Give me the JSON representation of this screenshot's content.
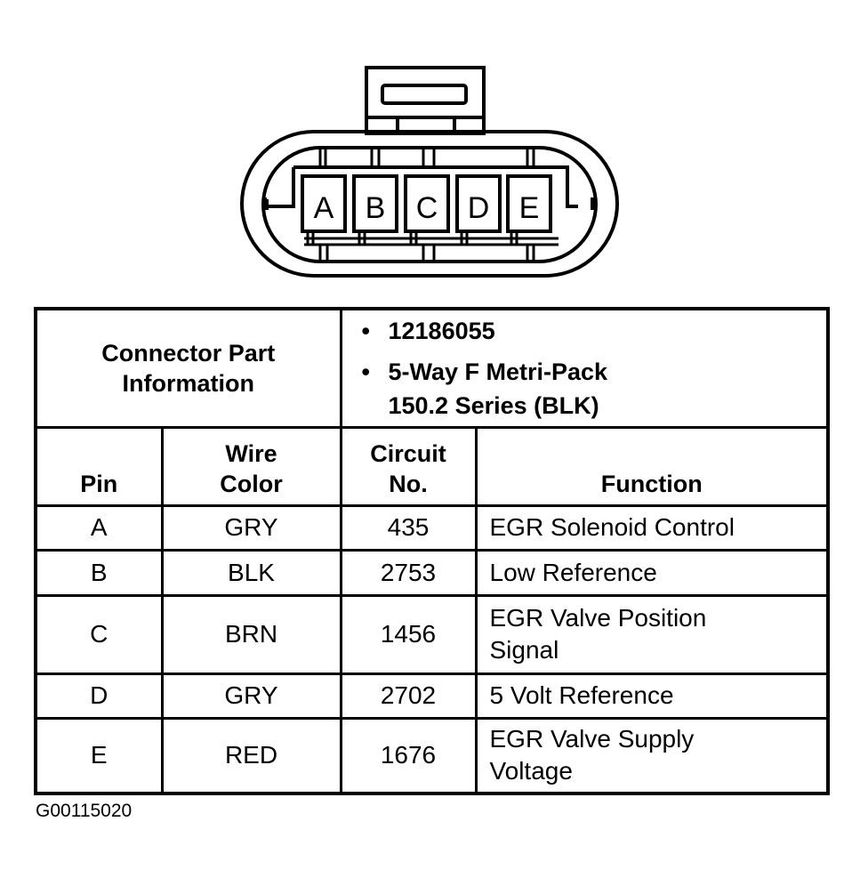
{
  "connector": {
    "pins": [
      "A",
      "B",
      "C",
      "D",
      "E"
    ]
  },
  "part_info": {
    "label": "Connector Part Information",
    "label_line1": "Connector Part",
    "label_line2": "Information",
    "bullet": "•",
    "items": [
      {
        "text": "12186055"
      },
      {
        "text_line1": "5-Way F Metri-Pack",
        "text_line2": "150.2 Series (BLK)"
      }
    ]
  },
  "table": {
    "headers": {
      "pin": "Pin",
      "wire_color_line1": "Wire",
      "wire_color_line2": "Color",
      "circuit_line1": "Circuit",
      "circuit_line2": "No.",
      "function": "Function"
    },
    "rows": [
      {
        "pin": "A",
        "wire_color": "GRY",
        "circuit": "435",
        "function_line1": "EGR Solenoid Control",
        "function_line2": ""
      },
      {
        "pin": "B",
        "wire_color": "BLK",
        "circuit": "2753",
        "function_line1": "Low Reference",
        "function_line2": ""
      },
      {
        "pin": "C",
        "wire_color": "BRN",
        "circuit": "1456",
        "function_line1": "EGR Valve Position",
        "function_line2": "Signal"
      },
      {
        "pin": "D",
        "wire_color": "GRY",
        "circuit": "2702",
        "function_line1": "5 Volt Reference",
        "function_line2": ""
      },
      {
        "pin": "E",
        "wire_color": "RED",
        "circuit": "1676",
        "function_line1": "EGR Valve Supply",
        "function_line2": "Voltage"
      }
    ]
  },
  "caption": "G00115020"
}
